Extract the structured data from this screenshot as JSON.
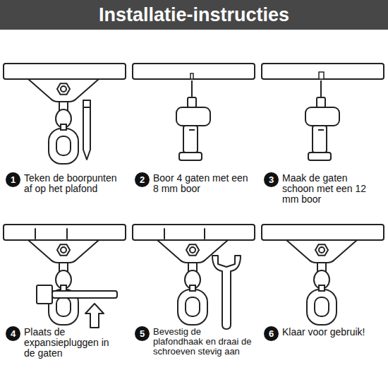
{
  "diagram": {
    "title": "Installatie-instructies",
    "nodes": [
      {
        "text": [
          "1"
        ]
      },
      {
        "text": [
          "2"
        ]
      },
      {
        "text": [
          "3"
        ]
      },
      {
        "text": [
          "4"
        ]
      },
      {
        "text": [
          "5"
        ]
      },
      {
        "text": [
          "6"
        ]
      }
    ],
    "labels": [
      "Teken de boorpunten af op het plafond",
      "Boor 4 gaten met een 8 mm boor",
      "Maak de gaten schoon met een 12 mm boor",
      "Plaats de expansiepluggen in de gaten",
      "Bevestig de plafondhaak en draai de schroeven stevig aan",
      "Klaar voor gebruik!"
    ]
  }
}
